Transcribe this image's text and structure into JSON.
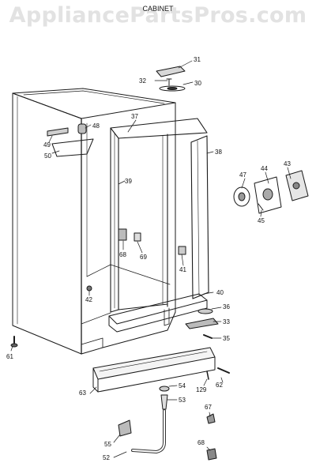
{
  "watermark": "AppliancePartsPros.com",
  "title": "CABINET",
  "parts": [
    "31",
    "32",
    "30",
    "37",
    "48",
    "49",
    "50",
    "38",
    "47",
    "44",
    "43",
    "45",
    "39",
    "68",
    "69",
    "41",
    "42",
    "40",
    "36",
    "33",
    "35",
    "61",
    "63",
    "54",
    "129",
    "62",
    "53",
    "67",
    "55",
    "52",
    "68"
  ]
}
